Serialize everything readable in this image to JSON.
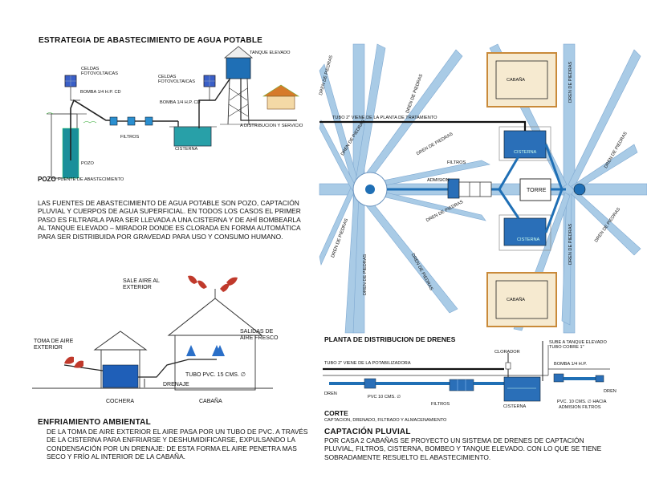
{
  "abastecimiento": {
    "title": "ESTRATEGIA DE ABASTECIMIENTO DE AGUA POTABLE",
    "labels": {
      "celdas1": "CELDAS FOTOVOLTAICAS",
      "celdas2": "CELDAS FOTOVOLTAICAS",
      "bomba1": "BOMBA 1/4 H.P. CD",
      "bomba2": "BOMBA 1/4 H.P. CD",
      "tanque": "TANQUE ELEVADO",
      "filtros": "FILTROS",
      "cisterna": "CISTERNA",
      "distribucion": "A DISTRIBUCION Y SERVICIO",
      "pozo_small": "POZO",
      "pozo": "POZO",
      "fuente": "FUENTE DE ABASTECIMIENTO"
    },
    "paragraph": "LAS FUENTES DE ABASTECIMIENTO DE AGUA POTABLE SON POZO, CAPTACIÓN PLUVIAL Y CUERPOS DE AGUA SUPERFICIAL.    EN TODOS LOS CASOS EL PRIMER PASO ES FILTRARLA PARA SER LLEVADA A UNA CISTERNA Y DE AHÍ BOMBEARLA AL TANQUE ELEVADO – MIRADOR  DONDE ES CLORADA EN FORMA AUTOMÁTICA PARA SER DISTRIBUIDA POR GRAVEDAD PARA USO Y CONSUMO HUMANO."
  },
  "enfriamiento": {
    "title": "ENFRIAMIENTO AMBIENTAL",
    "labels": {
      "sale_aire": "SALE AIRE AL EXTERIOR",
      "toma_aire": "TOMA DE AIRE EXTERIOR",
      "salidas": "SALIDAS DE AIRE FRESCO",
      "tubo": "TUBO PVC. 15 CMS. ∅",
      "drenaje": "DRENAJE",
      "cochera": "COCHERA",
      "cabana": "CABAÑA"
    },
    "paragraph": "DE LA TOMA DE AIRE EXTERIOR EL AIRE PASA POR UN TUBO DE PVC.  A TRAVÉS DE LA CISTERNA PARA ENFRIARSE Y DESHUMIDIFICARSE, EXPULSANDO LA CONDENSACIÓN POR UN DRENAJE:  DE ESTA FORMA EL AIRE PENETRA MAS SECO Y FRÍO AL INTERIOR DE LA CABAÑA."
  },
  "planta": {
    "title": "PLANTA DE DISTRIBUCION DE DRENES",
    "labels": {
      "cabana_top": "CABAÑA",
      "cabana_bottom": "CABAÑA",
      "tubo2": "TUBO 2\" VIENE DE LA PLANTA DE TRATAMIENTO",
      "filtros": "FILTROS",
      "admision": "ADMISION",
      "cisterna_top": "CISTERNA",
      "cisterna_bottom": "CISTERNA",
      "torre": "TORRE",
      "dren": "DREN DE PIEDRAS"
    }
  },
  "captacion": {
    "corte": "CORTE",
    "corte_sub": "CAPTACION, DRENADO, FILTRADO Y ALMACENAMIENTO",
    "title": "CAPTACIÓN PLUVIAL",
    "labels": {
      "tubo2": "TUBO 2\" VIENE DE LA POTABILIZADORA",
      "clorador": "CLORADOR",
      "sube": "SUBE A TANQUE ELEVADO TUBO COBRE 1\"",
      "bomba": "BOMBA 1/4 H.P.",
      "dren1": "DREN",
      "dren2": "DREN",
      "pvc": "PVC 10 CMS. ∅",
      "filtros": "FILTROS",
      "cisterna": "CISTERNA",
      "pvc_hacia": "PVC. 10 CMS. ∅ HACIA",
      "admision": "ADMISION FILTROS"
    },
    "paragraph": "POR CASA 2 CABAÑAS SE PROYECTO UN SISTEMA DE DRENES DE CAPTACIÓN PLUVIAL, FILTROS, CISTERNA, BOMBEO Y TANQUE ELEVADO.   CON LO QUE SE TIENE SOBRADAMENTE RESUELTO EL ABASTECIMIENTO."
  },
  "colors": {
    "water": "#1a7fa0",
    "pipe_blue": "#1f6fb5",
    "cisterna_top": "#2a6fb8",
    "dren": "#a9cbe6",
    "cabana_fill": "#f6ead0",
    "cabana_border": "#c98a3a",
    "arrow_red": "#c0392b"
  }
}
